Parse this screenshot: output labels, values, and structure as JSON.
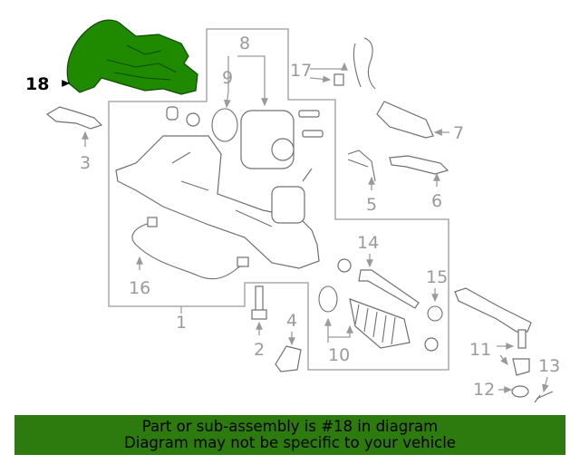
{
  "diagram": {
    "highlight_color": "#1f8a00",
    "highlighted_part": "18",
    "callouts": [
      "1",
      "2",
      "3",
      "4",
      "5",
      "6",
      "7",
      "8",
      "9",
      "10",
      "11",
      "12",
      "13",
      "14",
      "15",
      "16",
      "17",
      "18"
    ]
  },
  "banner": {
    "line1": "Part or sub-assembly is #18 in diagram",
    "line2": "Diagram may not be specific to your vehicle",
    "background": "#2d7a0e"
  }
}
